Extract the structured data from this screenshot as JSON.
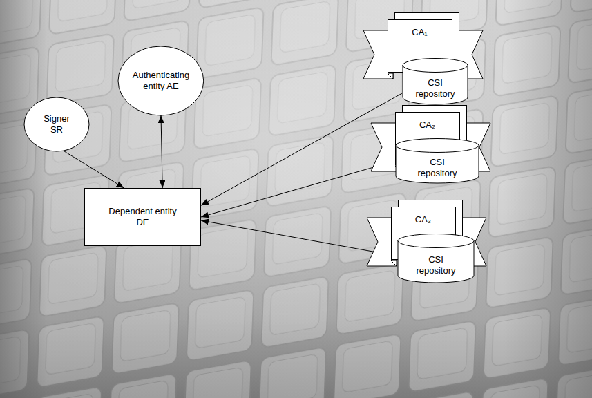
{
  "diagram": {
    "nodes": [
      {
        "text": [
          "Signer SR"
        ]
      },
      {
        "text": [
          "Authenticating entity AE"
        ]
      },
      {
        "text": [
          "Dependent entity DE"
        ]
      },
      {
        "text": [
          "CA₁"
        ]
      },
      {
        "text": [
          "CSI repository"
        ]
      },
      {
        "text": [
          "CA₂"
        ]
      },
      {
        "text": [
          "CSI repository"
        ]
      },
      {
        "text": [
          "CA₃"
        ]
      },
      {
        "text": [
          "CSI repository"
        ]
      }
    ],
    "edges": [
      {
        "from": 0,
        "to": 2,
        "arrow": "to"
      },
      {
        "from": 1,
        "to": 2,
        "arrow": "both"
      },
      {
        "from": 4,
        "to": 2,
        "arrow": "to"
      },
      {
        "from": 6,
        "to": 2,
        "arrow": "to"
      },
      {
        "from": 8,
        "to": 2,
        "arrow": "to"
      }
    ]
  }
}
